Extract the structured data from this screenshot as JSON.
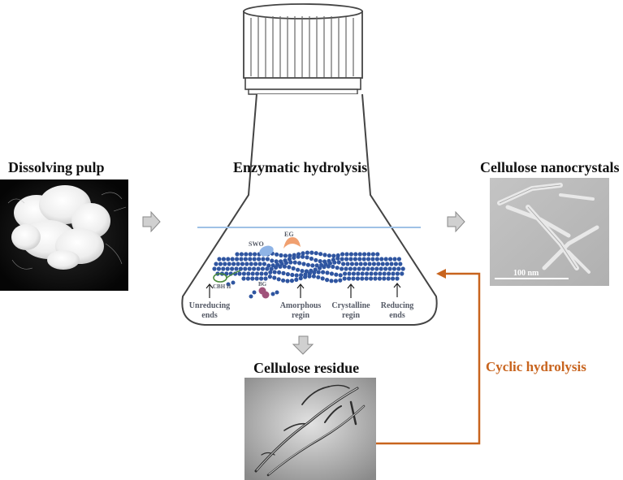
{
  "labels": {
    "dissolving_pulp": "Dissolving pulp",
    "enzymatic_hydrolysis": "Enzymatic hydrolysis",
    "cellulose_nanocrystals": "Cellulose nanocrystals",
    "cellulose_residue": "Cellulose residue",
    "cyclic_hydrolysis": "Cyclic hydrolysis"
  },
  "enzymes": {
    "swo": "SWO",
    "eg": "EG",
    "cbh": "CBH II",
    "bg": "BG"
  },
  "regions": {
    "unreducing_1": "Unreducing",
    "unreducing_2": "ends",
    "amorphous_1": "Amorphous",
    "amorphous_2": "regin",
    "crystalline_1": "Crystalline",
    "crystalline_2": "regin",
    "reducing_1": "Reducing",
    "reducing_2": "ends"
  },
  "scale_bar": "100 nm",
  "colors": {
    "cyclic_arrow": "#c8641e",
    "chain_bead": "#2f55a0",
    "liquid_line": "#9fc1e6",
    "swo": "#8fb4e6",
    "eg": "#f0a070",
    "bg": "#a0527a",
    "cbh": "#4a8a3a"
  }
}
